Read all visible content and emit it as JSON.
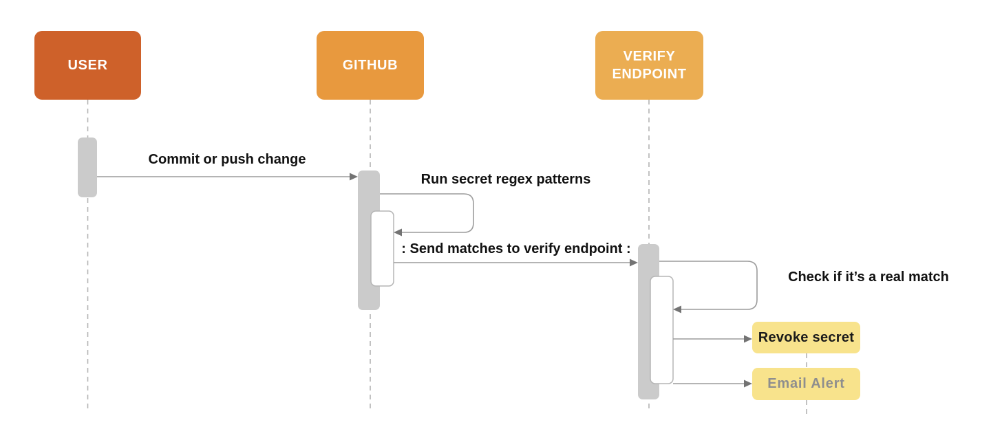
{
  "diagram_type": "sequence-diagram",
  "actors": {
    "user": {
      "label": "USER",
      "color": "#CE612A"
    },
    "github": {
      "label": "GITHUB",
      "color": "#E8993E"
    },
    "verify": {
      "label": "VERIFY ENDPOINT",
      "color": "#EBAD52"
    }
  },
  "messages": {
    "commit": {
      "from": "user",
      "to": "github",
      "label": "Commit or push change"
    },
    "regex": {
      "from": "github",
      "to": "github",
      "label": "Run secret regex patterns",
      "self_message": true
    },
    "send": {
      "from": "github",
      "to": "verify",
      "label": ": Send matches to verify endpoint :"
    },
    "check": {
      "from": "verify",
      "to": "verify",
      "label": "Check if it’s a real match",
      "self_message": true
    }
  },
  "actions": {
    "revoke": {
      "label": "Revoke secret",
      "background": "#F8E38C",
      "text_color": "#1A1A1A"
    },
    "email": {
      "label": "Email Alert",
      "background": "#F8E38C",
      "text_color": "#8E8E8E"
    }
  },
  "colors": {
    "background": "#FFFFFF",
    "activation_fill": "#CBCBCB",
    "nested_activation_fill": "#FFFFFF",
    "nested_activation_border": "#B5B5B5",
    "message_line": "#9C9C9C",
    "arrowhead": "#737373",
    "lifeline": "#B3B3B3",
    "label_text": "#111111",
    "actor_text": "#FFFFFF"
  }
}
